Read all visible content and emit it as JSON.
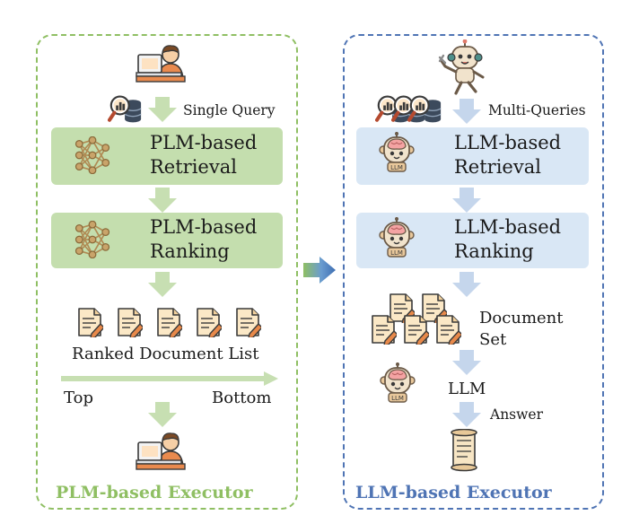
{
  "left": {
    "query_label": "Single Query",
    "retrieval_label": "PLM-based\nRetrieval",
    "ranking_label": "PLM-based\nRanking",
    "list_label": "Ranked Document List",
    "top_label": "Top",
    "bottom_label": "Bottom",
    "footer_title": "PLM-based Executor"
  },
  "right": {
    "query_label": "Multi-Queries",
    "retrieval_label": "LLM-based\nRetrieval",
    "ranking_label": "LLM-based\nRanking",
    "document_set_label": "Document\nSet",
    "llm_label": "LLM",
    "answer_label": "Answer",
    "footer_title": "LLM-based Executor",
    "robot_badge": "LLM"
  },
  "colors": {
    "left_accent": "#8fbf63",
    "right_accent": "#4f74b4",
    "green_box": "#c4deae",
    "blue_box": "#d9e7f5",
    "left_arrow": "#c7dfb2",
    "right_arrow": "#c5d6ec"
  }
}
